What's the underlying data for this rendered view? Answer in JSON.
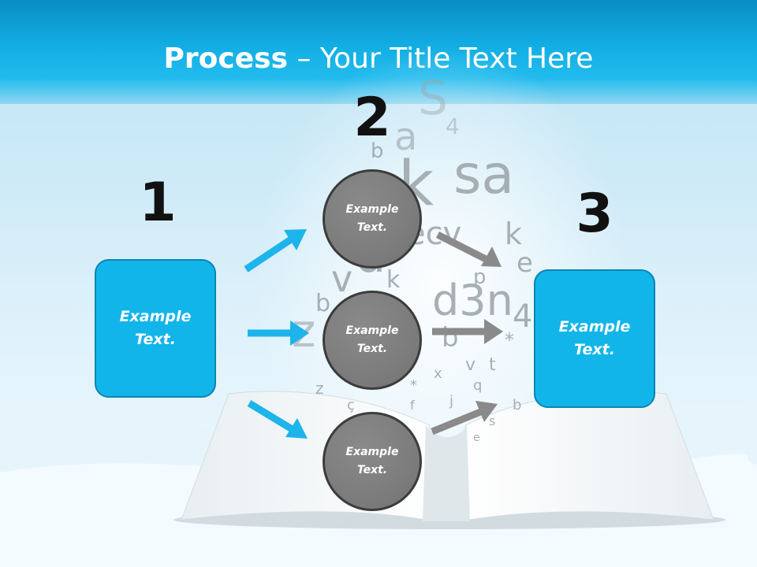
{
  "slide": {
    "title_bold": "Process",
    "title_rest": " – Your Title Text Here",
    "step_numbers": [
      "1",
      "2",
      "3"
    ],
    "left_box_text": "Example\nText.",
    "right_box_text": "Example\nText.",
    "circles": [
      "Example\nText.",
      "Example\nText.",
      "Example\nText."
    ]
  },
  "colors": {
    "accent_blue": "#12b5ea",
    "circle_gray": "#7a7a7a",
    "arrow_blue": "#1cb4ea",
    "arrow_gray": "#8a8a8a"
  },
  "icons": {
    "background_art": "open-book-with-flying-letters"
  }
}
